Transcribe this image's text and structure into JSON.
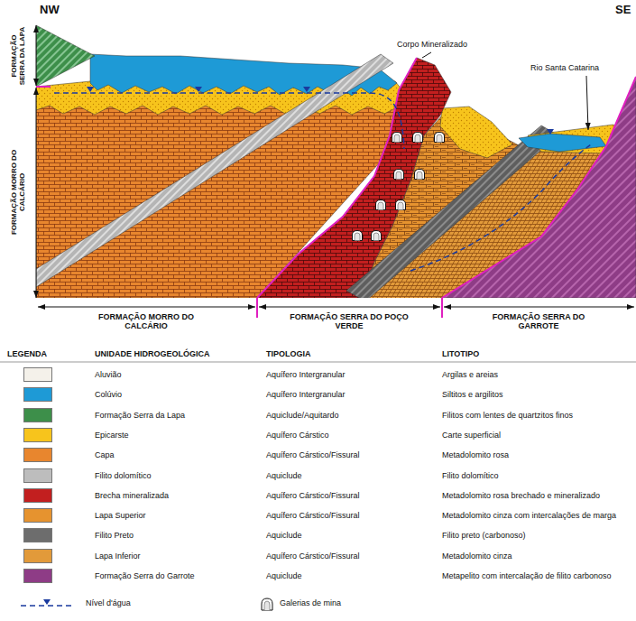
{
  "diagram": {
    "labels": [
      "NW",
      "SE",
      "FORMAÇÃO SERRA DA LAPA",
      "FORMAÇÃO MORRO DO CALCÁRIO",
      "Corpo Mineralizado",
      "Rio Santa Catarina",
      "FORMAÇÃO MORRO DO CALCÁRIO",
      "FORMAÇÃO SERRA DO POÇO VERDE",
      "FORMAÇÃO SERRA DO GARROTE",
      "LEGENDA",
      "UNIDADE HIDROGEOLÓGICA",
      "TIPOLOGIA",
      "LITOTIPO",
      "Aquífero Intergranular",
      "Argilas e areias",
      "Aquífero Intergranular",
      "Siltitos e argilitos",
      "Aquiclude/Aquitardo",
      "Filitos com lentes de quartzitos finos",
      "Aquífero Cárstico",
      "Carte superficial",
      "Aquífero Cárstico/Fissural",
      "Metadolomito rosa",
      "Aquiclude",
      "Filito dolomítico",
      "Aquífero Cárstico/Fissural",
      "Metadolomito rosa brechado e mineralizado",
      "Aquífero Cárstico/Fissural",
      "Metadolomito cinza com intercalações de marga",
      "Aquiclude",
      "Filito preto (carbonoso)",
      "Aquífero Cárstico/Fissural",
      "Metadolomito cinza",
      "Aquiclude",
      "Metapelito com intercalação de filito carbonoso"
    ],
    "legend": [
      {
        "text": "Aluvião",
        "color": "#f4f1ea"
      },
      {
        "text": "Colúvio",
        "color": "#1e9ad6"
      },
      {
        "text": "Formação Serra da Lapa",
        "color": "#3d8f4a"
      },
      {
        "text": "Epicarste",
        "color": "#f7c41c"
      },
      {
        "text": "Capa",
        "color": "#e8862e"
      },
      {
        "text": "Filito dolomítico",
        "color": "#bdbdbd"
      },
      {
        "text": "Brecha mineralizada",
        "color": "#c21f1f"
      },
      {
        "text": "Lapa Superior",
        "color": "#e6932f"
      },
      {
        "text": "Filito Preto",
        "color": "#6d6d6d"
      },
      {
        "text": "Lapa Inferior",
        "color": "#e29a3a"
      },
      {
        "text": "Formação Serra do Garrote",
        "color": "#8e3c86"
      },
      {
        "text": "Nível d'água"
      },
      {
        "text": "Galerias de mina"
      }
    ]
  }
}
